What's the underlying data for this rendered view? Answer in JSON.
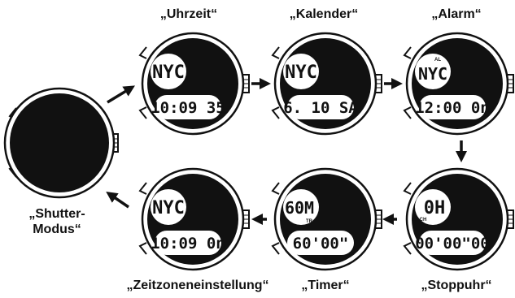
{
  "labels": {
    "uhrzeit": "„Uhrzeit“",
    "kalender": "„Kalender“",
    "alarm": "„Alarm“",
    "shutter_line1": "„Shutter-",
    "shutter_line2": "Modus“",
    "zeitzone": "„Zeitzoneneinstellung“",
    "timer": "„Timer“",
    "stoppuhr": "„Stoppuhr“"
  },
  "watches": {
    "uhrzeit": {
      "top": "NYC",
      "bottom": "10:09 35",
      "indicator": ""
    },
    "kalender": {
      "top": "NYC",
      "bottom": "6. 10 SA",
      "indicator": ""
    },
    "alarm": {
      "top": "NYC",
      "bottom": "12:00 0n",
      "indicator": "AL"
    },
    "stoppuhr": {
      "top": "0H",
      "bottom": "00'00\"00",
      "indicator": "CH"
    },
    "timer": {
      "top": "60M",
      "bottom": "60'00\"",
      "indicator": "TR"
    },
    "zeitzone": {
      "top": "NYC",
      "bottom": "10:09 0n",
      "indicator": ""
    }
  },
  "colors": {
    "ink": "#111111",
    "lcd": "#ffffff",
    "face": "#111111"
  }
}
